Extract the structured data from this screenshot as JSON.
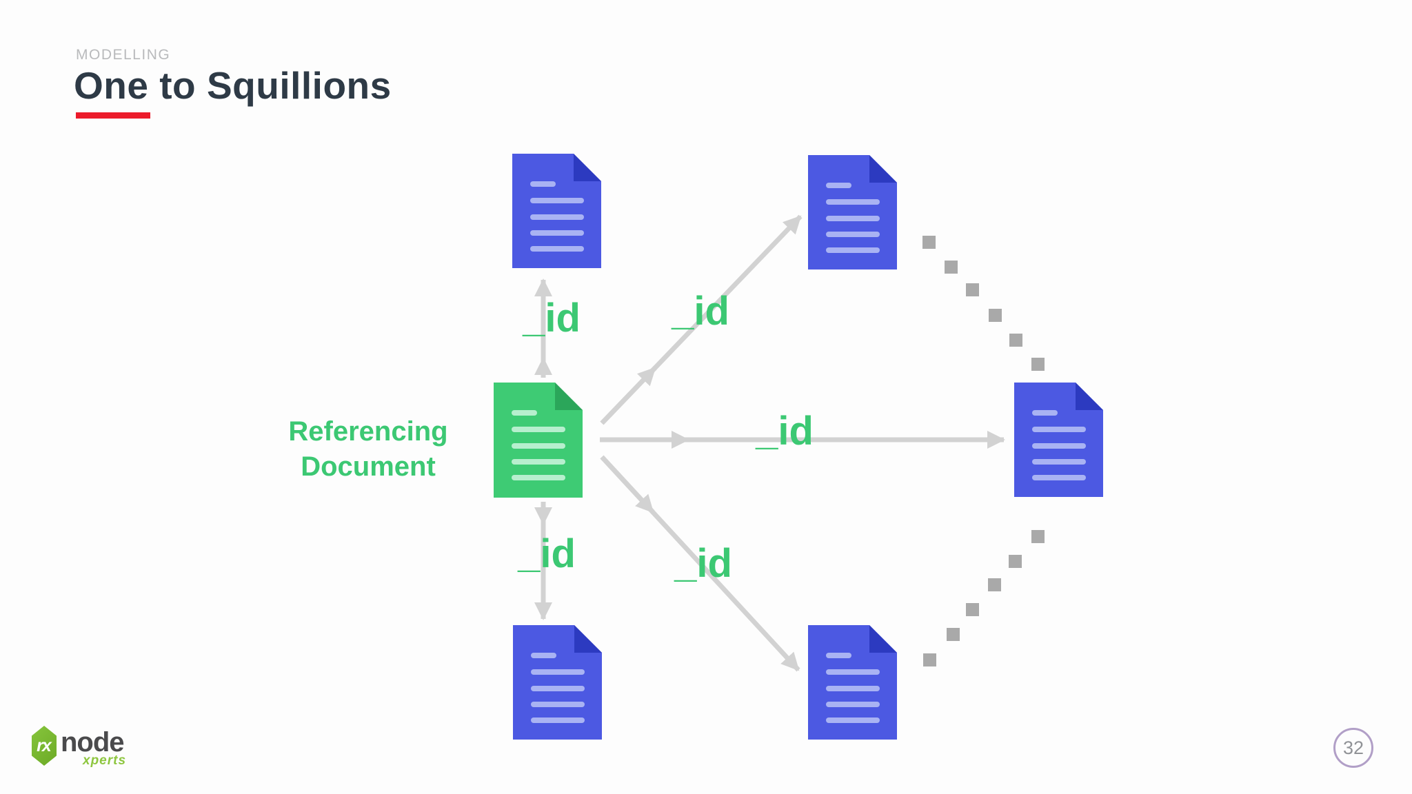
{
  "slide": {
    "eyebrow": "MODELLING",
    "title": "One to Squillions"
  },
  "diagram": {
    "referencing_label": "Referencing\nDocument",
    "id_label": "_id",
    "icons": {
      "referencing_document": "green-document-icon",
      "referenced_document": "blue-document-icon",
      "connector": "arrow-icon",
      "continuation": "dotted-squares-icon"
    },
    "documents": [
      {
        "position": "center",
        "role": "referencing document",
        "color": "green"
      },
      {
        "position": "top",
        "role": "referenced document",
        "color": "blue"
      },
      {
        "position": "top-right",
        "role": "referenced document",
        "color": "blue"
      },
      {
        "position": "right",
        "role": "referenced document",
        "color": "blue"
      },
      {
        "position": "bottom",
        "role": "referenced document",
        "color": "blue"
      },
      {
        "position": "bottom-right",
        "role": "referenced document",
        "color": "blue"
      }
    ]
  },
  "footer": {
    "logo_mark": "rx",
    "logo_name": "node",
    "logo_suffix": "xperts",
    "page_number": "32"
  },
  "colors": {
    "title": "#2e3a46",
    "eyebrow": "#b9babc",
    "accent_red": "#ec1b2b",
    "green_doc": "#3ecb74",
    "green_doc_fold": "#2ba65a",
    "green_doc_lines": "#b7efce",
    "blue_doc": "#4c59e2",
    "blue_doc_fold": "#2c3ac0",
    "blue_doc_lines": "#a9b3f3",
    "label_green": "#3cc873",
    "arrow_gray": "#d2d2d2",
    "dot_gray": "#a9a9a9",
    "logo_green": "#76b72d",
    "logo_text": "#4a4a4c",
    "page_circle_border": "#b19fc7",
    "page_number_text": "#909296"
  }
}
